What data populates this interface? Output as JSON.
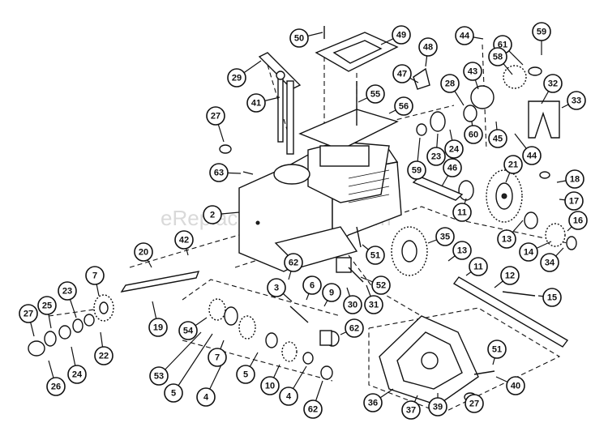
{
  "watermark": "eReplacementParts.com",
  "callouts": [
    {
      "id": "50",
      "label": "50"
    },
    {
      "id": "49",
      "label": "49"
    },
    {
      "id": "48",
      "label": "48"
    },
    {
      "id": "44a",
      "label": "44"
    },
    {
      "id": "61",
      "label": "61"
    },
    {
      "id": "59a",
      "label": "59"
    },
    {
      "id": "29",
      "label": "29"
    },
    {
      "id": "47",
      "label": "47"
    },
    {
      "id": "43",
      "label": "43"
    },
    {
      "id": "58",
      "label": "58"
    },
    {
      "id": "32",
      "label": "32"
    },
    {
      "id": "55",
      "label": "55"
    },
    {
      "id": "41",
      "label": "41"
    },
    {
      "id": "28",
      "label": "28"
    },
    {
      "id": "33",
      "label": "33"
    },
    {
      "id": "56",
      "label": "56"
    },
    {
      "id": "27a",
      "label": "27"
    },
    {
      "id": "60",
      "label": "60"
    },
    {
      "id": "45",
      "label": "45"
    },
    {
      "id": "23a",
      "label": "23"
    },
    {
      "id": "24a",
      "label": "24"
    },
    {
      "id": "44b",
      "label": "44"
    },
    {
      "id": "59b",
      "label": "59"
    },
    {
      "id": "46",
      "label": "46"
    },
    {
      "id": "21",
      "label": "21"
    },
    {
      "id": "63",
      "label": "63"
    },
    {
      "id": "18",
      "label": "18"
    },
    {
      "id": "17",
      "label": "17"
    },
    {
      "id": "2",
      "label": "2"
    },
    {
      "id": "11a",
      "label": "11"
    },
    {
      "id": "16",
      "label": "16"
    },
    {
      "id": "13a",
      "label": "13"
    },
    {
      "id": "14",
      "label": "14"
    },
    {
      "id": "42",
      "label": "42"
    },
    {
      "id": "35",
      "label": "35"
    },
    {
      "id": "20",
      "label": "20"
    },
    {
      "id": "51a",
      "label": "51"
    },
    {
      "id": "34",
      "label": "34"
    },
    {
      "id": "13b",
      "label": "13"
    },
    {
      "id": "62a",
      "label": "62"
    },
    {
      "id": "11b",
      "label": "11"
    },
    {
      "id": "12",
      "label": "12"
    },
    {
      "id": "52",
      "label": "52"
    },
    {
      "id": "7a",
      "label": "7"
    },
    {
      "id": "3",
      "label": "3"
    },
    {
      "id": "6",
      "label": "6"
    },
    {
      "id": "9",
      "label": "9"
    },
    {
      "id": "30",
      "label": "30"
    },
    {
      "id": "31",
      "label": "31"
    },
    {
      "id": "15",
      "label": "15"
    },
    {
      "id": "23b",
      "label": "23"
    },
    {
      "id": "25",
      "label": "25"
    },
    {
      "id": "19",
      "label": "19"
    },
    {
      "id": "54",
      "label": "54"
    },
    {
      "id": "27b",
      "label": "27"
    },
    {
      "id": "22",
      "label": "22"
    },
    {
      "id": "62b",
      "label": "62"
    },
    {
      "id": "24b",
      "label": "24"
    },
    {
      "id": "53",
      "label": "53"
    },
    {
      "id": "7b",
      "label": "7"
    },
    {
      "id": "26",
      "label": "26"
    },
    {
      "id": "5a",
      "label": "5"
    },
    {
      "id": "5b",
      "label": "5"
    },
    {
      "id": "4a",
      "label": "4"
    },
    {
      "id": "10",
      "label": "10"
    },
    {
      "id": "4b",
      "label": "4"
    },
    {
      "id": "62c",
      "label": "62"
    },
    {
      "id": "51b",
      "label": "51"
    },
    {
      "id": "40",
      "label": "40"
    },
    {
      "id": "36",
      "label": "36"
    },
    {
      "id": "37",
      "label": "37"
    },
    {
      "id": "39",
      "label": "39"
    },
    {
      "id": "27c",
      "label": "27"
    }
  ]
}
